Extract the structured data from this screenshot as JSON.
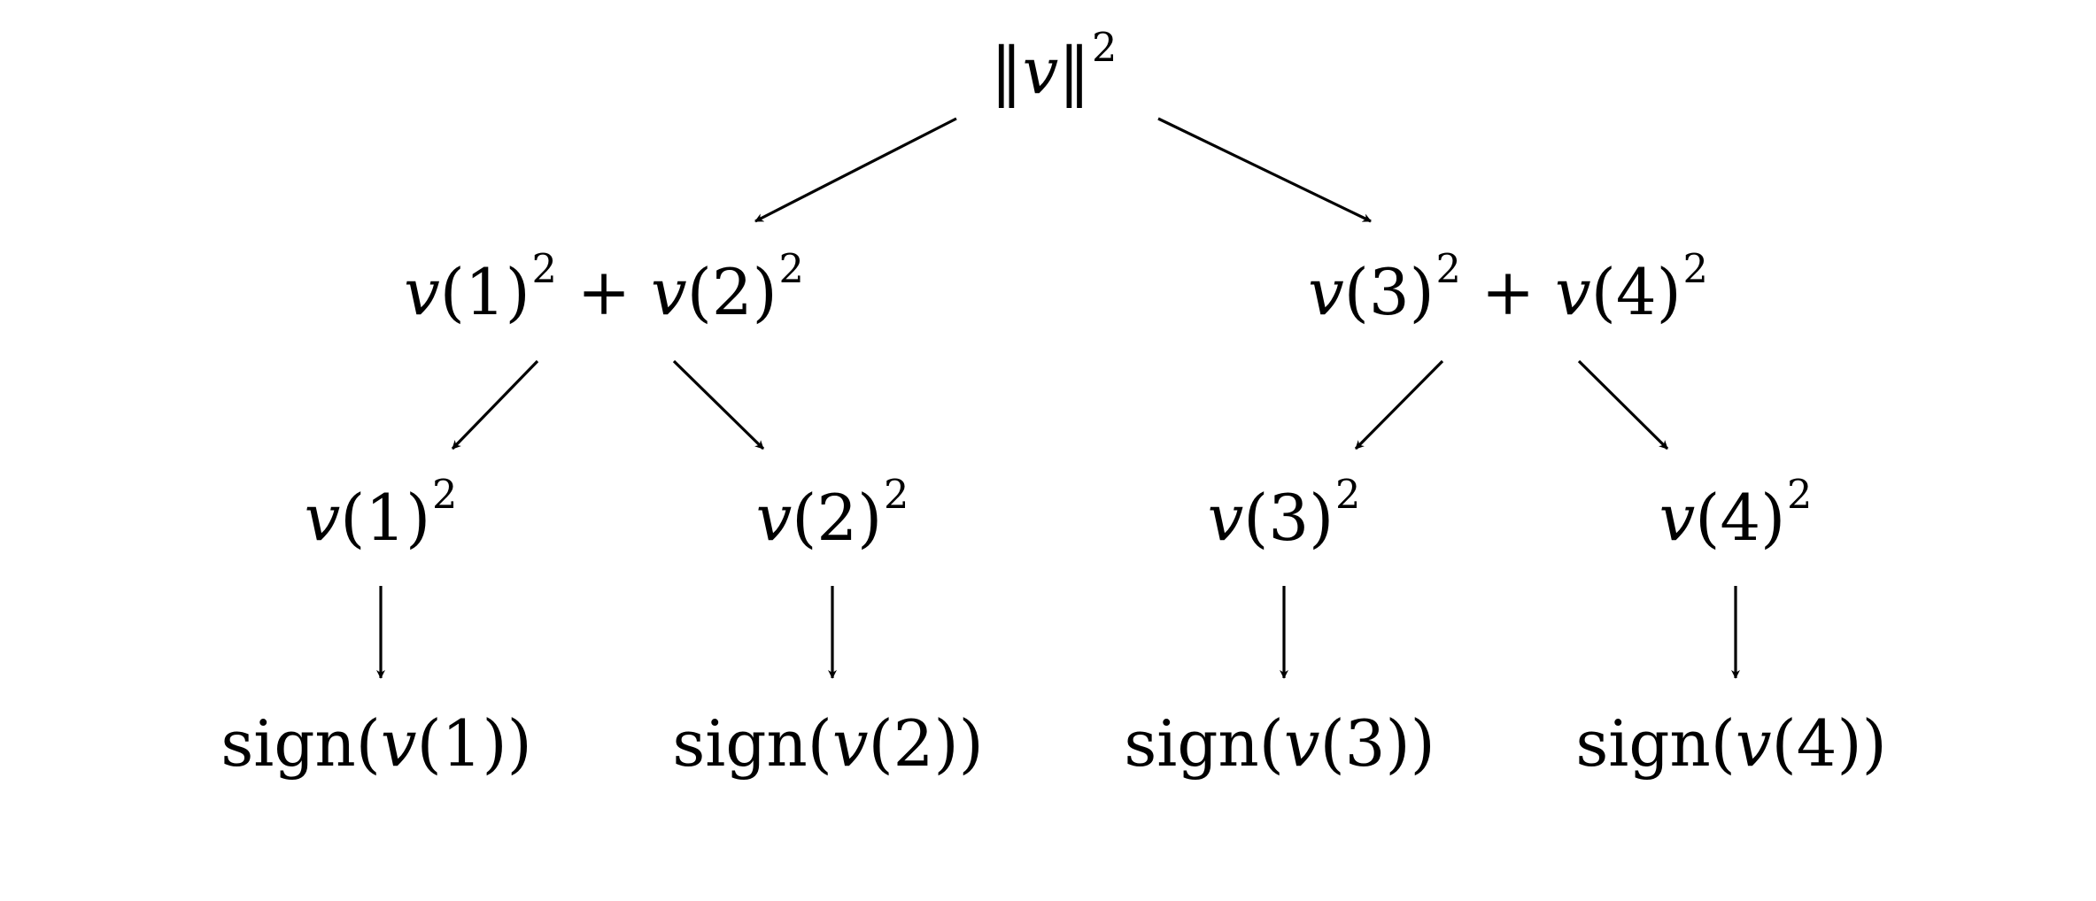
{
  "diagram": {
    "root": {
      "label_norm_open": "‖",
      "label_var": "v",
      "label_norm_close": "‖",
      "label_power": "2"
    },
    "level1": [
      {
        "var_a": "v",
        "arg_a": "(1)",
        "pow_a": "2",
        "op": " + ",
        "var_b": "v",
        "arg_b": "(2)",
        "pow_b": "2"
      },
      {
        "var_a": "v",
        "arg_a": "(3)",
        "pow_a": "2",
        "op": " + ",
        "var_b": "v",
        "arg_b": "(4)",
        "pow_b": "2"
      }
    ],
    "level2": [
      {
        "var": "v",
        "arg": "(1)",
        "pow": "2"
      },
      {
        "var": "v",
        "arg": "(2)",
        "pow": "2"
      },
      {
        "var": "v",
        "arg": "(3)",
        "pow": "2"
      },
      {
        "var": "v",
        "arg": "(4)",
        "pow": "2"
      }
    ],
    "level3": [
      {
        "fn": "sign(",
        "var": "v",
        "arg": "(1)",
        "close": ")"
      },
      {
        "fn": "sign(",
        "var": "v",
        "arg": "(2)",
        "close": ")"
      },
      {
        "fn": "sign(",
        "var": "v",
        "arg": "(3)",
        "close": ")"
      },
      {
        "fn": "sign(",
        "var": "v",
        "arg": "(4)",
        "close": ")"
      }
    ]
  }
}
